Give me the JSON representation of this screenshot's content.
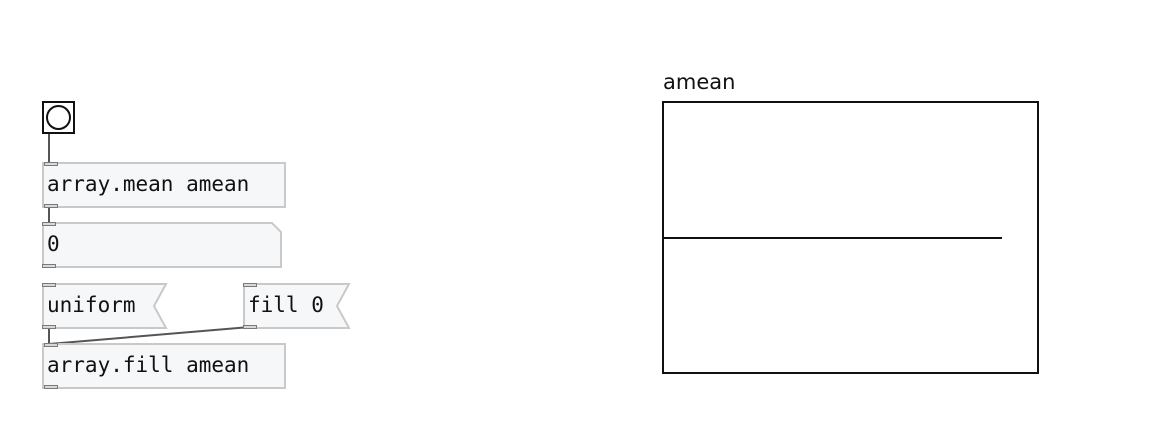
{
  "objects": {
    "array_mean": "array.mean amean",
    "number_value": "0",
    "msg_uniform": "uniform",
    "msg_fill": "fill 0",
    "array_fill": "array.fill amean"
  },
  "graph": {
    "label": "amean"
  },
  "icons": {
    "bang": "bang-circle-icon"
  },
  "colors": {
    "box_bg": "#f6f7f8",
    "box_border": "#c9c9c9",
    "wire": "#555555",
    "ink": "#111111"
  }
}
